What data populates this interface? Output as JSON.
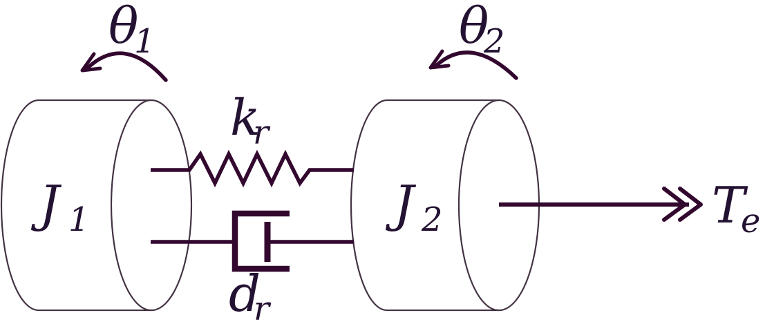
{
  "diagram": {
    "description": "two-inertia rotational drive system with spring-damper coupling and output torque",
    "colors": {
      "stroke": "#33082f",
      "cylinder_outline": "#443344",
      "label": "#241233",
      "background": "#ffffff"
    },
    "labels": {
      "J1": {
        "main": "J",
        "sub": "1"
      },
      "J2": {
        "main": "J",
        "sub": "2"
      },
      "kr": {
        "main": "k",
        "sub": "r"
      },
      "dr": {
        "main": "d",
        "sub": "r"
      },
      "theta1": {
        "main": "θ",
        "sub": "1"
      },
      "theta2": {
        "main": "θ",
        "sub": "2"
      },
      "Te": {
        "main": "T",
        "sub": "e"
      }
    },
    "shapes": {
      "inertia1": "cylinder",
      "inertia2": "cylinder",
      "spring": "zigzag-spring",
      "damper": "dashpot-damper",
      "angle1": "counterclockwise-arc-arrow",
      "angle2": "counterclockwise-arc-arrow",
      "torque": "double-head-right-arrow"
    }
  }
}
